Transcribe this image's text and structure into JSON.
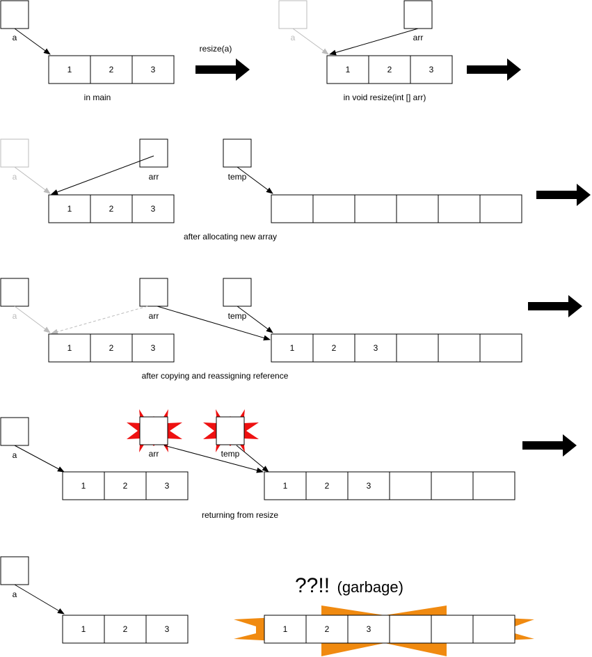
{
  "colors": {
    "stroke": "#000000",
    "faded": "#bbbbbb",
    "burst": "#ee1111",
    "garbage": "#f08a10"
  },
  "scene1": {
    "var_a": "a",
    "main_array": [
      "1",
      "2",
      "3"
    ],
    "main_caption": "in main",
    "call_label": "resize(a)",
    "param": "arr",
    "resize_array": [
      "1",
      "2",
      "3"
    ],
    "resize_caption": "in void resize(int [] arr)"
  },
  "scene2": {
    "var_a": "a",
    "var_arr": "arr",
    "var_temp": "temp",
    "old_array": [
      "1",
      "2",
      "3"
    ],
    "new_array": [
      "",
      "",
      "",
      "",
      "",
      ""
    ],
    "caption": "after allocating new array"
  },
  "scene3": {
    "var_a": "a",
    "var_arr": "arr",
    "var_temp": "temp",
    "old_array": [
      "1",
      "2",
      "3"
    ],
    "new_array": [
      "1",
      "2",
      "3",
      "",
      "",
      ""
    ],
    "caption": "after copying and reassigning reference"
  },
  "scene4": {
    "var_a": "a",
    "var_arr": "arr",
    "var_temp": "temp",
    "old_array": [
      "1",
      "2",
      "3"
    ],
    "new_array": [
      "1",
      "2",
      "3",
      "",
      "",
      ""
    ],
    "caption": "returning from resize"
  },
  "scene5": {
    "var_a": "a",
    "old_array": [
      "1",
      "2",
      "3"
    ],
    "garbage_array": [
      "1",
      "2",
      "3",
      "",
      "",
      ""
    ],
    "exclaim": "??!!",
    "garbage_label": "(garbage)"
  }
}
